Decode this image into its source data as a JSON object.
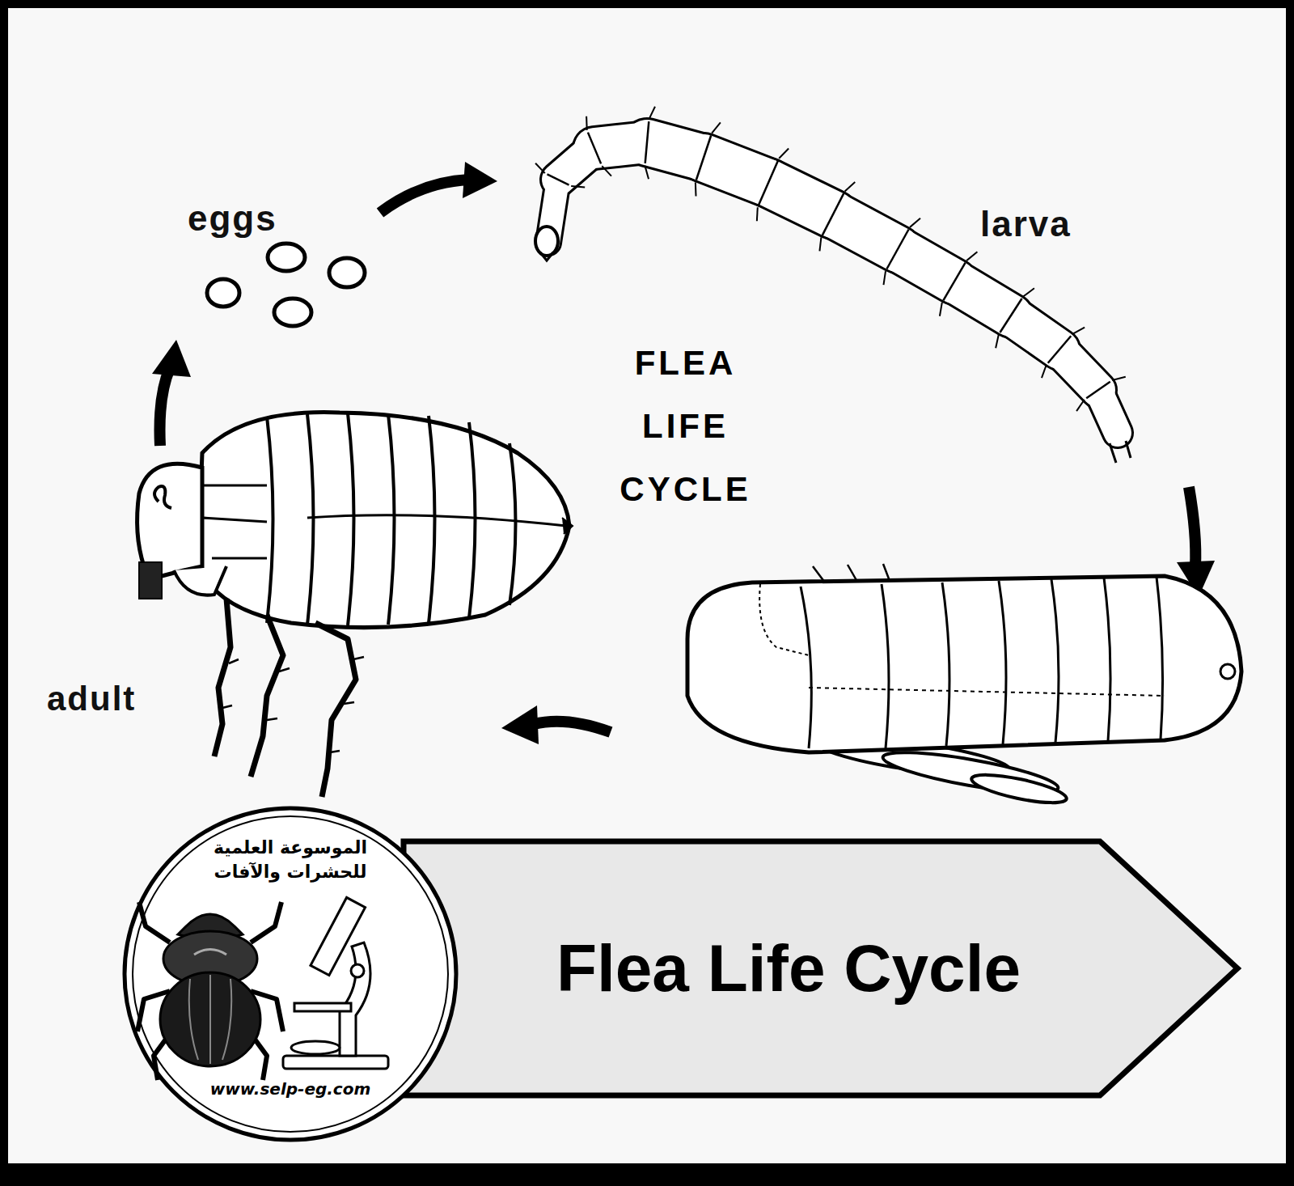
{
  "diagram": {
    "title": "FLEA LIFE CYCLE",
    "nodes": [
      {
        "text": [
          "الموسوعة العلمية للحشرات والآفات",
          "www.selp-eg.com"
        ]
      },
      {
        "text": [
          "Flea Life Cycle"
        ]
      }
    ],
    "labels": [
      "eggs",
      "larva",
      "adult"
    ]
  }
}
